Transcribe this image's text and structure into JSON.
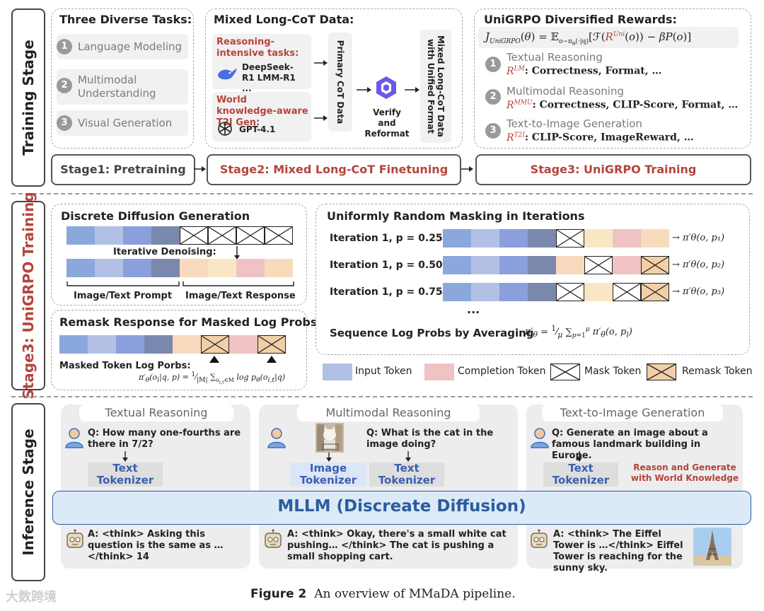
{
  "training": {
    "stage_label": "Training Stage",
    "tasks_title": "Three Diverse Tasks:",
    "tasks": [
      {
        "num": "1",
        "label": "Language Modeling"
      },
      {
        "num": "2",
        "label": "Multimodal Understanding"
      },
      {
        "num": "3",
        "label": "Visual Generation"
      }
    ],
    "mixed_title": "Mixed Long-CoT Data:",
    "reasoning_label": "Reasoning-intensive tasks:",
    "reasoning_models": "DeepSeek-R1 LMM-R1 ...",
    "world_label": "World knowledge-aware T2I Gen:",
    "world_model": "GPT-4.1",
    "primary_label": "Primary CoT Data",
    "verify_label": "Verify and Reformat",
    "mixed_unified_label": "Mixed Long-CoT Data with Unified Format",
    "rewards_title": "UniGRPO Diversified Rewards:",
    "reward_formula": "J_UniGRPO(θ) = E_o~πθ(·|q)[F(R^Uni(o)) − βP(o)]",
    "rewards": [
      {
        "num": "1",
        "name": "Textual Reasoning",
        "symbol": "R^LM",
        "items": ": Correctness, Format, …"
      },
      {
        "num": "2",
        "name": "Multimodal Reasoning",
        "symbol": "R^MMU",
        "items": ": Correctness, CLIP-Score, Format, …"
      },
      {
        "num": "3",
        "name": "Text-to-Image Generation",
        "symbol": "R^T2I",
        "items": ": CLIP-Score, ImageReward, …"
      }
    ],
    "stage1": "Stage1: Pretraining",
    "stage2": "Stage2: Mixed Long-CoT Finetuning",
    "stage3": "Stage3: UniGRPO Training"
  },
  "stage3": {
    "stage_label": "Stage3: UniGRPO Training",
    "diffusion_title": "Discrete Diffusion Generation",
    "denoise_label": "Iterative Denoising:",
    "prompt_label": "Image/Text Prompt",
    "response_label": "Image/Text Response",
    "remask_title": "Remask Response for Masked Log Probs",
    "masked_label": "Masked Token Log Porbs:",
    "masked_formula": "π′θ(oᵢ|q,p) = 1/|M| Σ_{oᵢ,ₜ∈M} log pθ(oᵢ,ₜ|q)",
    "masking_title": "Uniformly Random Masking in Iterations",
    "iterations": [
      {
        "label": "Iteration 1, p = 0.25",
        "output": "→ π′θ(o, p₁)"
      },
      {
        "label": "Iteration 1, p = 0.50",
        "output": "→ π′θ(o, p₂)"
      },
      {
        "label": "Iteration 1, p = 0.75",
        "output": "→ π′θ(o, p₃)"
      }
    ],
    "ellipsis": "...",
    "seq_label": "Sequence Log Probs by Averaging",
    "seq_formula": "π′θ = (1/μ) Σ_{p=1}^{μ} π′θ(o, pᵢ)",
    "legend": [
      "Input Token",
      "Completion Token",
      "Mask Token",
      "Remask Token"
    ]
  },
  "inference": {
    "stage_label": "Inference Stage",
    "panels": [
      {
        "title": "Textual Reasoning",
        "question": "Q: How many one-fourths are there in 7/2?",
        "tokenizers": [
          "Text Tokenizer"
        ],
        "answer": "A: <think> Asking this question is the same as … </think> 14"
      },
      {
        "title": "Multimodal Reasoning",
        "question": "Q: What is the cat in the image doing?",
        "tokenizers": [
          "Image Tokenizer",
          "Text Tokenizer"
        ],
        "answer": "A: <think> Okay, there's a small white cat pushing… </think> The cat is pushing a small shopping cart."
      },
      {
        "title": "Text-to-Image Generation",
        "question": "Q: Generate an image about a famous landmark building in Europe.",
        "tokenizers": [
          "Text Tokenizer"
        ],
        "note": "Reason and Generate with World Knowledge",
        "answer": "A: <think> The Eiffel Tower is …</think> Eiffel Tower is reaching for the sunny sky."
      }
    ],
    "mllm_label": "MLLM (Discreate Diffusion)"
  },
  "caption": {
    "figure": "Figure 2",
    "text": "An overview of MMaDA pipeline."
  },
  "watermark": "大数跨境",
  "colors": {
    "input_tokens": [
      "#8aa8dc",
      "#b3c0e6",
      "#8a9fdb",
      "#7b88ad"
    ],
    "completion_tokens": [
      "#f7d9bd",
      "#f9e6c5",
      "#efc3c3",
      "#f7dcbc"
    ],
    "remask": "#f2cfa6",
    "accent_red": "#b5443b",
    "mllm_fill": "#dce9f7",
    "mllm_text": "#2c5c9c"
  },
  "icons": [
    "whale-icon",
    "openai-icon",
    "qwen-logo-icon",
    "user-icon",
    "robot-icon",
    "cat-image",
    "eiffel-image",
    "down-arrow-icon",
    "right-arrow-icon"
  ]
}
